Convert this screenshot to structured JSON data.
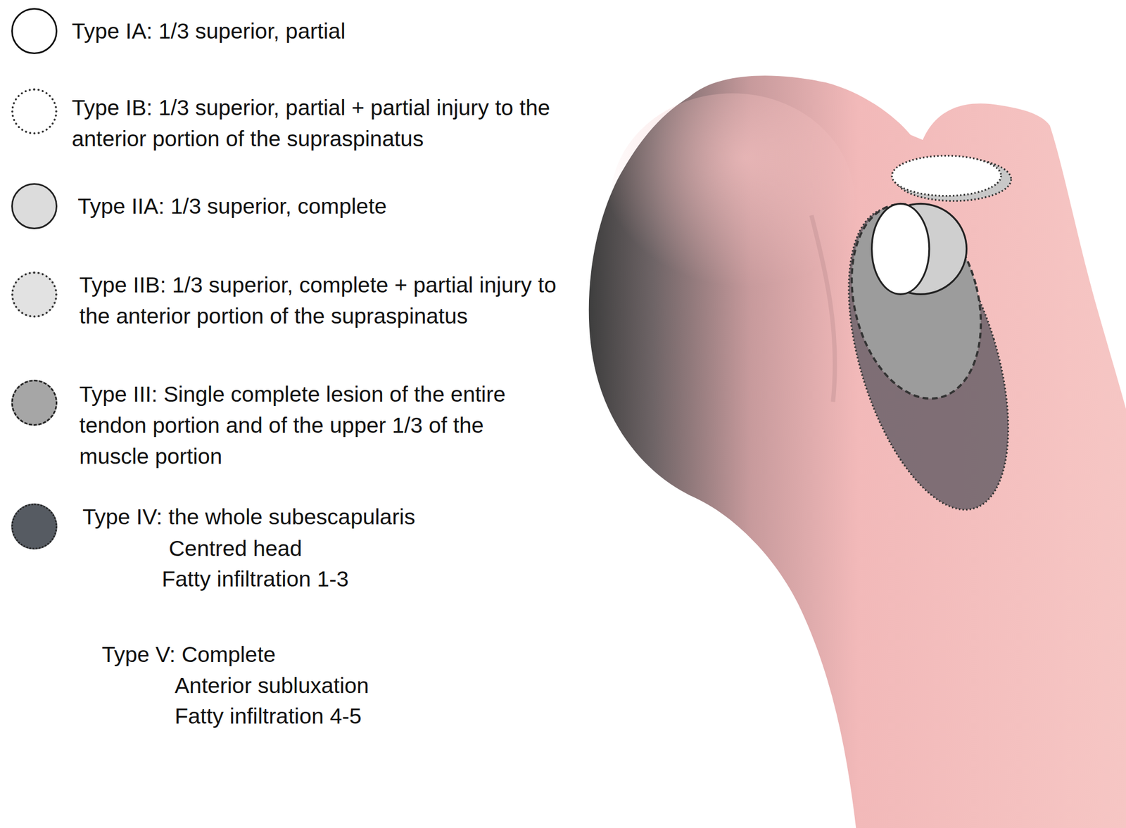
{
  "diagram": {
    "labels": [
      "Centred head",
      "Fatty infiltration 1-3",
      "Type V: Complete",
      "Anterior subluxation",
      "Fatty infiltration 4-5"
    ],
    "legend": [
      {
        "text": "Type IA: 1/3 superior, partial",
        "color": "#ffffff"
      },
      {
        "text": "Type IB: 1/3 superior, partial + partial injury to the anterior portion of the supraspinatus",
        "color": "#ffffff"
      },
      {
        "text": "Type IIA: 1/3 superior, complete",
        "color": "#dcdcdc"
      },
      {
        "text": "Type IIB: 1/3 superior, complete + partial injury to the anterior portion of the supraspinatus",
        "color": "#e2e2e2"
      },
      {
        "text": "Type III: Single complete lesion of the entire tendon portion and of the upper 1/3 of the muscle portion",
        "color": "#a6a6a6"
      },
      {
        "text": "Type IV: the whole subescapularis",
        "color": "#565b62"
      }
    ]
  }
}
